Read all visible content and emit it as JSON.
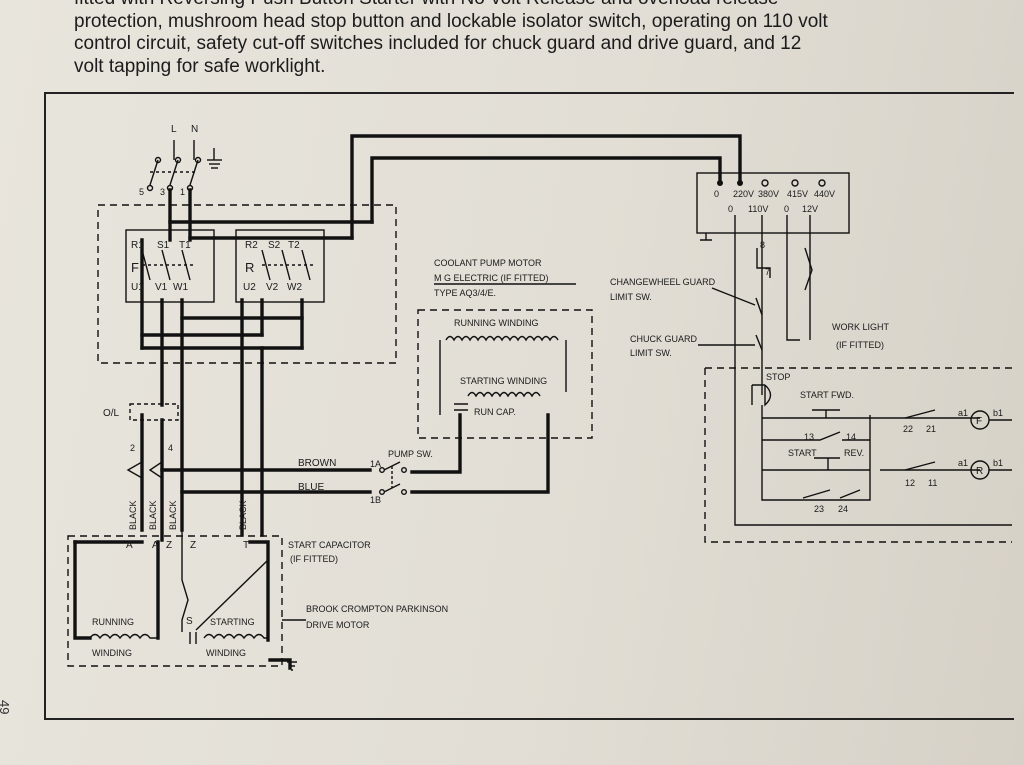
{
  "intro_lines": [
    "fitted with Reversing Push Button Starter with No-volt Release and overload release",
    "protection, mushroom head stop button and lockable isolator switch, operating on 110 volt",
    "control circuit, safety cut-off switches included for chuck guard and drive guard, and 12",
    "volt tapping for safe worklight."
  ],
  "page_number": "49",
  "supply": {
    "l": "L",
    "n": "N"
  },
  "isolator": {
    "t5": "5",
    "t3": "3",
    "t1": "1"
  },
  "contactor_f": {
    "letter": "F",
    "r1": "R1",
    "s1": "S1",
    "t1": "T1",
    "u1": "U1",
    "v1": "V1",
    "w1": "W1"
  },
  "contactor_r": {
    "letter": "R",
    "r2": "R2",
    "s2": "S2",
    "t2": "T2",
    "u2": "U2",
    "v2": "V2",
    "w2": "W2"
  },
  "overload": {
    "label": "O/L",
    "t2": "2",
    "t4": "4"
  },
  "wire_colors": {
    "black": "BLACK",
    "brown": "BROWN",
    "blue": "BLUE"
  },
  "pump_switch": {
    "label": "PUMP SW.",
    "t1a": "1A",
    "t1b": "1B"
  },
  "coolant_pump": {
    "line1": "COOLANT PUMP MOTOR",
    "line2": "M G ELECTRIC (IF FITTED)",
    "line3": "TYPE AQ3/4/E.",
    "running_winding": "RUNNING WINDING",
    "starting_winding": "STARTING WINDING",
    "run_cap": "RUN CAP."
  },
  "transformer": {
    "primary": [
      "0",
      "220V",
      "380V",
      "415V",
      "440V"
    ],
    "secondary": [
      "0",
      "110V",
      "0",
      "12V"
    ]
  },
  "control": {
    "changewheel_1": "CHANGEWHEEL GUARD",
    "changewheel_2": "LIMIT SW.",
    "chuck_1": "CHUCK GUARD",
    "chuck_2": "LIMIT SW.",
    "work_light_1": "WORK LIGHT",
    "work_light_2": "(IF FITTED)",
    "stop": "STOP",
    "start_fwd": "START FWD.",
    "start": "START",
    "rev": "REV.",
    "c13": "13",
    "c14": "14",
    "c22": "22",
    "c21": "21",
    "c12": "12",
    "c11": "11",
    "c23": "23",
    "c24": "24",
    "t8": "8",
    "t7": "7",
    "a1": "a1",
    "b1": "b1",
    "coil_f": "F",
    "coil_r": "R"
  },
  "drive_motor": {
    "t_a1": "A",
    "t_a2": "A",
    "t_z1": "Z",
    "t_z2": "Z",
    "t_t": "T",
    "t_s": "S",
    "running_1": "RUNNING",
    "running_2": "WINDING",
    "starting_1": "STARTING",
    "starting_2": "WINDING",
    "start_cap_1": "START CAPACITOR",
    "start_cap_2": "(IF FITTED)",
    "name_1": "BROOK CROMPTON PARKINSON",
    "name_2": "DRIVE MOTOR"
  }
}
